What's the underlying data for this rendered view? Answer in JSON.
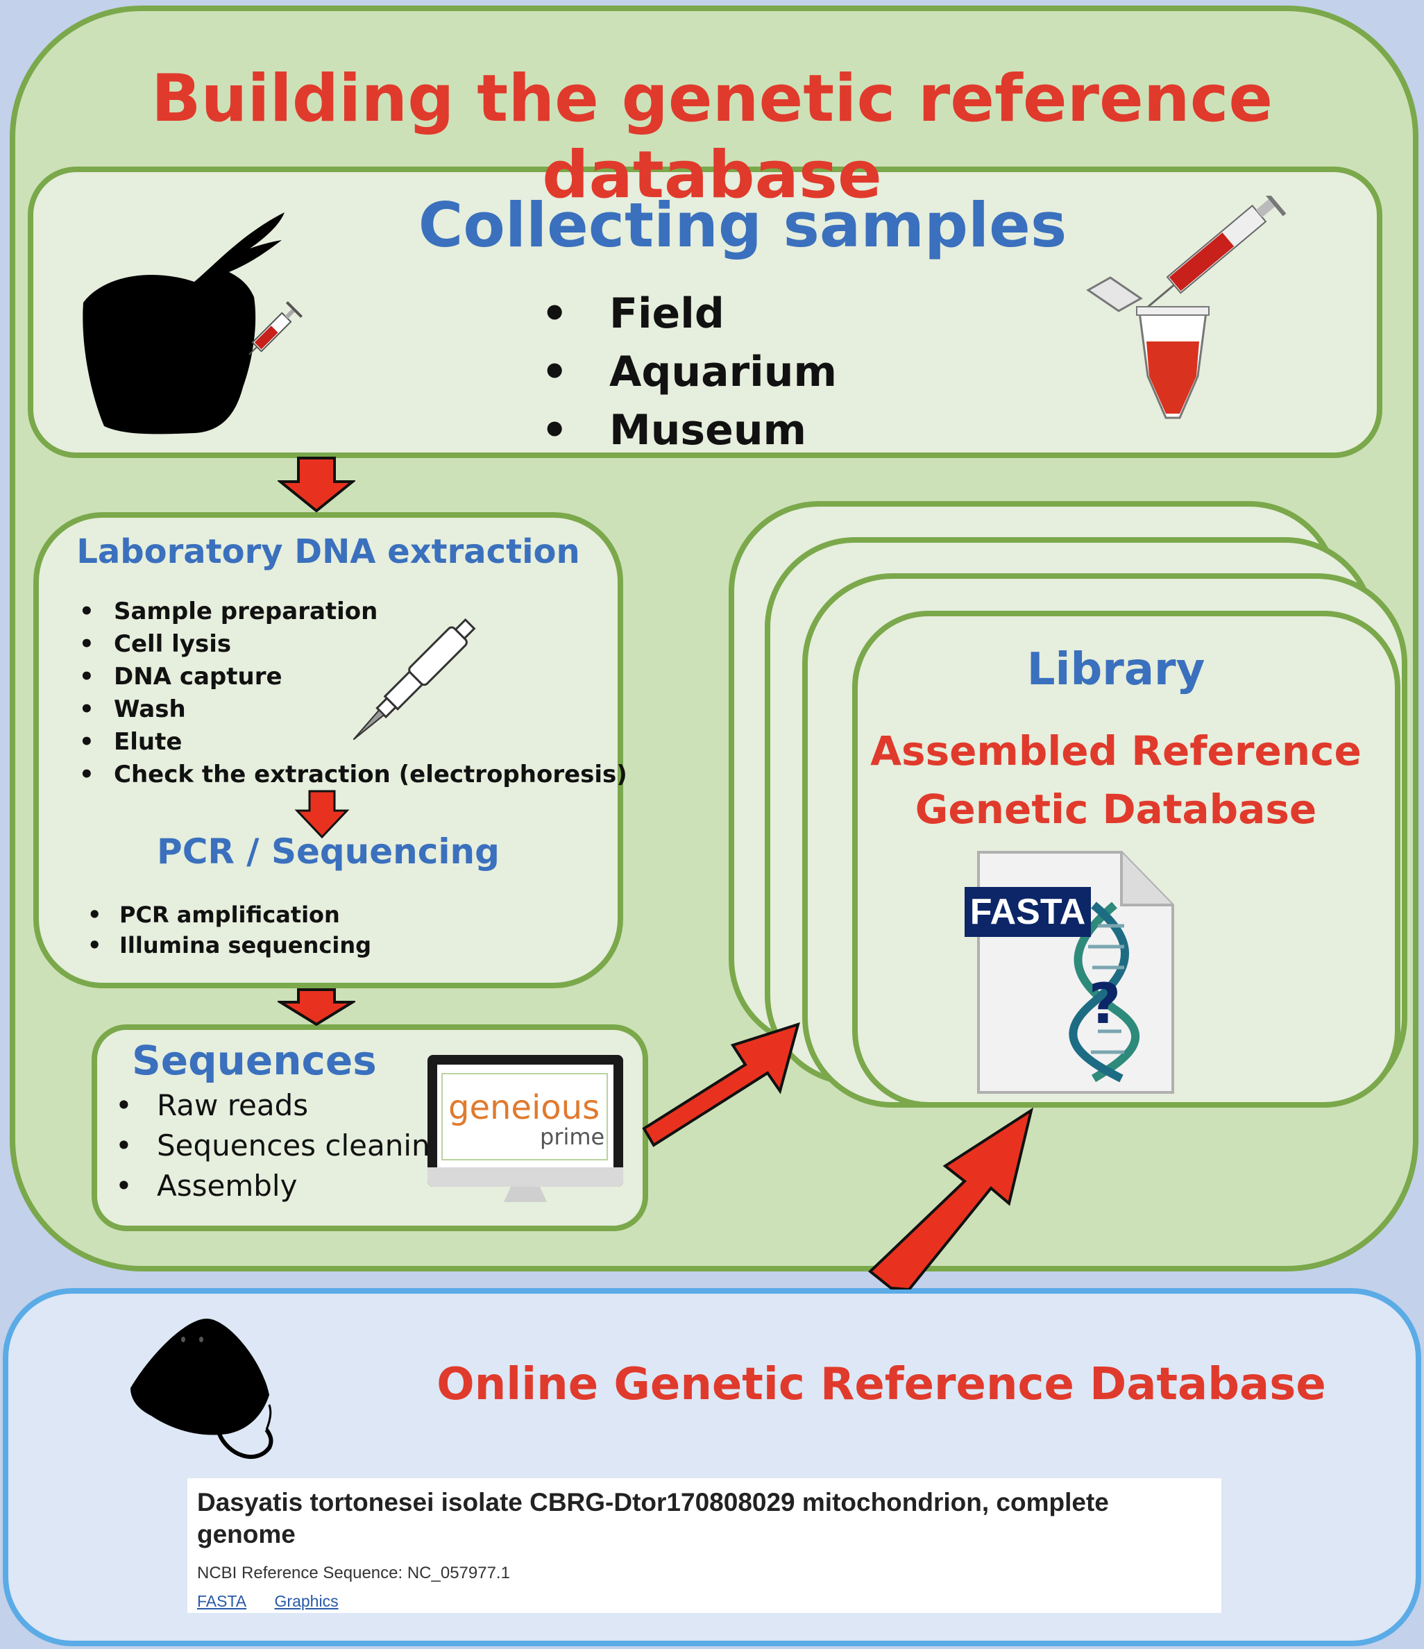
{
  "main_title": "Building the genetic reference database",
  "collecting": {
    "title": "Collecting samples",
    "items": [
      "Field",
      "Aquarium",
      "Museum"
    ]
  },
  "lab": {
    "title": "Laboratory DNA extraction",
    "items": [
      "Sample preparation",
      "Cell lysis",
      "DNA capture",
      "Wash",
      "Elute",
      "Check the extraction (electrophoresis)"
    ]
  },
  "pcr": {
    "title": "PCR / Sequencing",
    "items": [
      "PCR amplification",
      "Illumina sequencing"
    ]
  },
  "sequences": {
    "title": "Sequences",
    "items": [
      "Raw reads",
      "Sequences cleaning",
      "Assembly"
    ],
    "logo_gene": "geneious",
    "logo_prime": "prime"
  },
  "library": {
    "title": "Library",
    "subtitle_line1": "Assembled Reference",
    "subtitle_line2": "Genetic Database",
    "file_label": "FASTA",
    "file_mark": "?"
  },
  "online": {
    "title": "Online Genetic Reference Database",
    "record_title": "Dasyatis tortonesei isolate CBRG-Dtor170808029 mitochondrion, complete genome",
    "record_ref": "NCBI Reference Sequence: NC_057977.1",
    "links": [
      "FASTA",
      "Graphics"
    ]
  },
  "colors": {
    "green_border": "#7aa84b",
    "green_fill": "#cde1b8",
    "title_red": "#e03a2c",
    "title_blue": "#3a70bd",
    "arrow_red": "#e8321f",
    "online_border": "#5aabe6"
  }
}
